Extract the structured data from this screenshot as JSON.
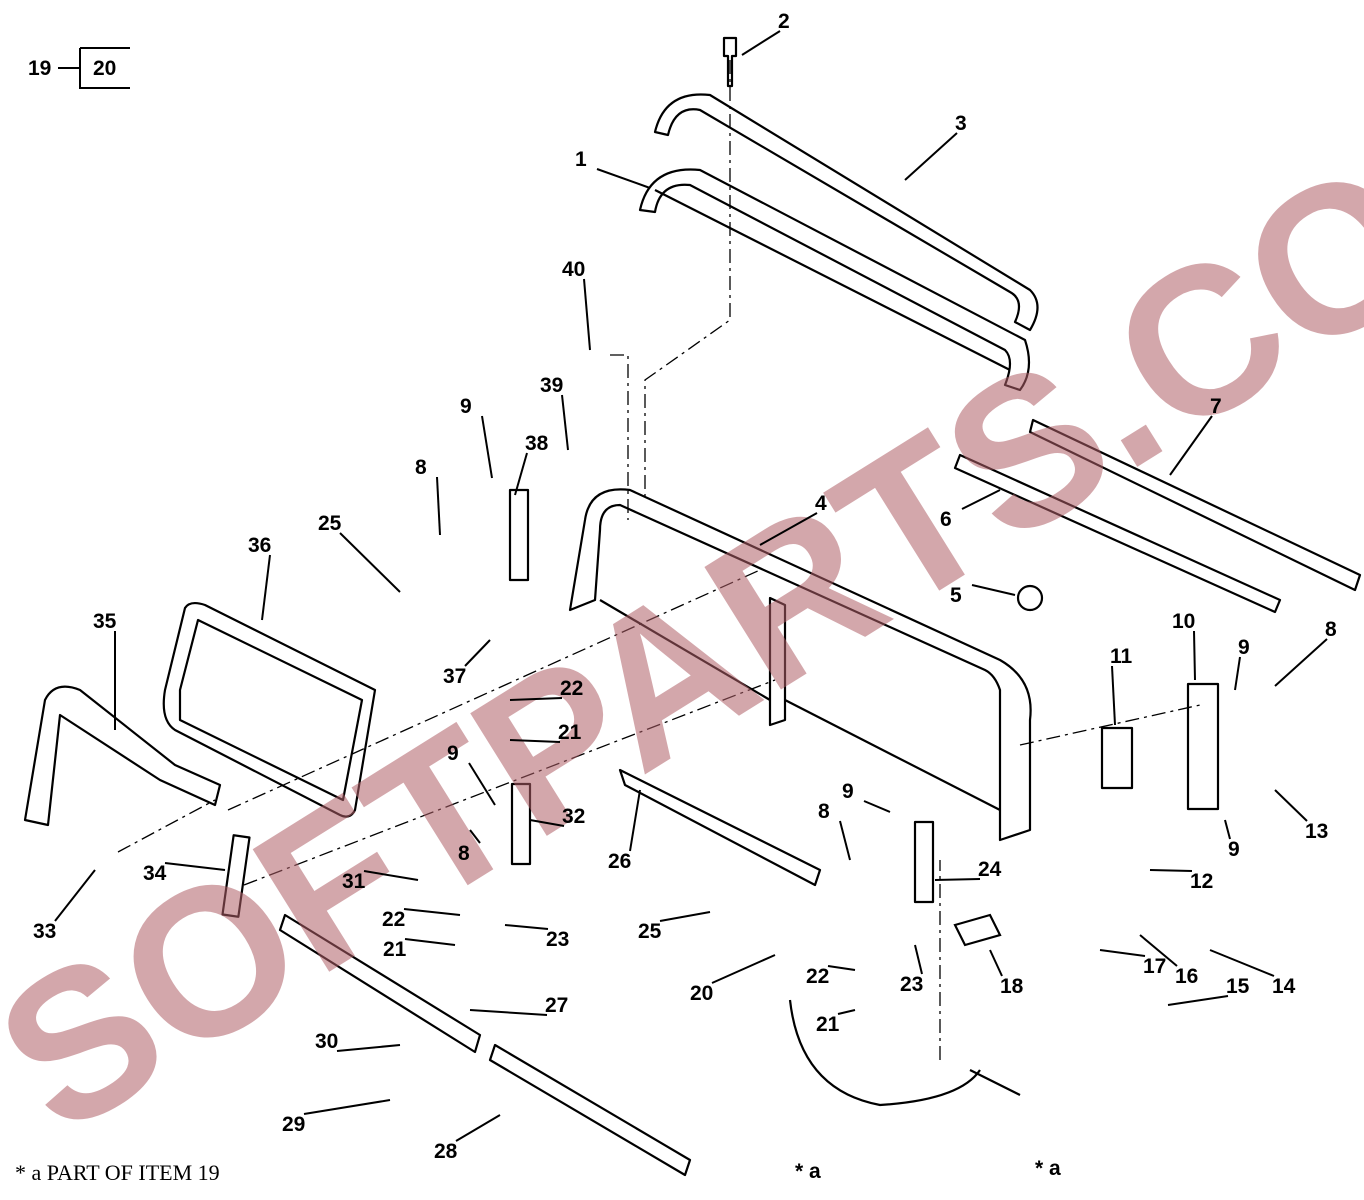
{
  "header": {
    "figure_ref": "19",
    "figure_number": "20"
  },
  "watermark": "SOFTPARTS.COM",
  "callouts": [
    "2",
    "3",
    "1",
    "40",
    "39",
    "9",
    "38",
    "8",
    "7",
    "6",
    "4",
    "36",
    "25",
    "5",
    "35",
    "10",
    "9",
    "8",
    "11",
    "37",
    "22",
    "21",
    "9",
    "32",
    "8",
    "13",
    "9",
    "8",
    "26",
    "24",
    "31",
    "34",
    "12",
    "9",
    "22",
    "23",
    "25",
    "33",
    "21",
    "18",
    "17",
    "16",
    "15",
    "14",
    "20",
    "22",
    "23",
    "21",
    "27",
    "30",
    "29",
    "28"
  ],
  "notes": {
    "asterisk_a_1": "* a",
    "asterisk_a_2": "* a"
  },
  "footnote": "* a  PART OF ITEM 19"
}
